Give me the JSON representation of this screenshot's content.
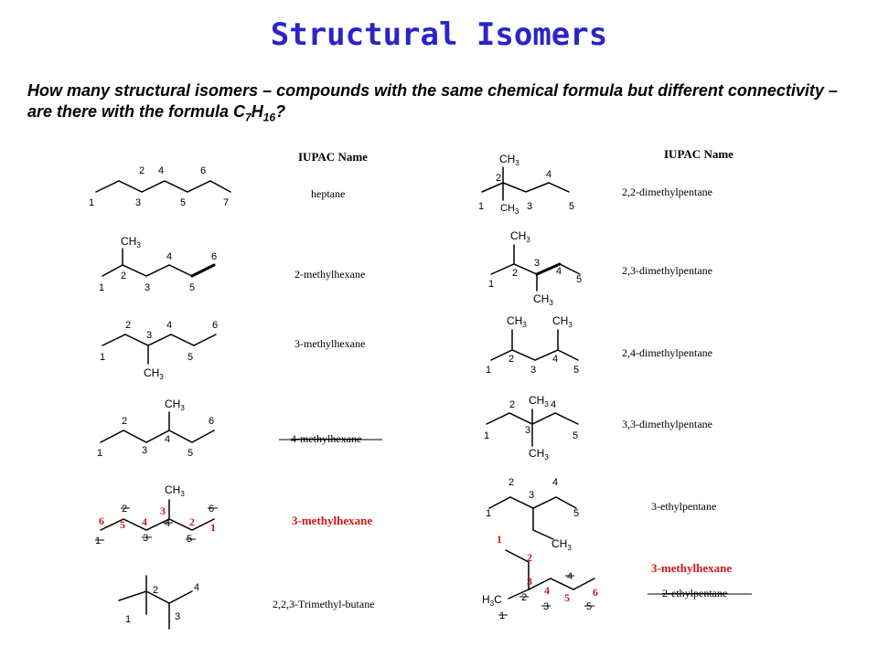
{
  "title": "Structural Isomers",
  "question": {
    "text": "How many structural isomers – compounds with the same chemical formula but different connectivity – are there with the formula C",
    "sub7": "7",
    "h": "H",
    "sub16": "16",
    "end": "?"
  },
  "headers": {
    "left": "IUPAC Name",
    "right": "IUPAC Name"
  },
  "left_names": [
    "heptane",
    "2-methylhexane",
    "3-methylhexane",
    "4-methylhexane",
    "3-methylhexane",
    "2,2,3-Trimethyl-butane"
  ],
  "right_names": [
    "2,2-dimethylpentane",
    "2,3-dimethylpentane",
    "2,4-dimethylpentane",
    "3,3-dimethylpentane",
    "3-ethylpentane",
    "3-methylhexane",
    "2-ethylpentane"
  ],
  "colors": {
    "title": "#2b24c8",
    "correction": "#d21414"
  }
}
